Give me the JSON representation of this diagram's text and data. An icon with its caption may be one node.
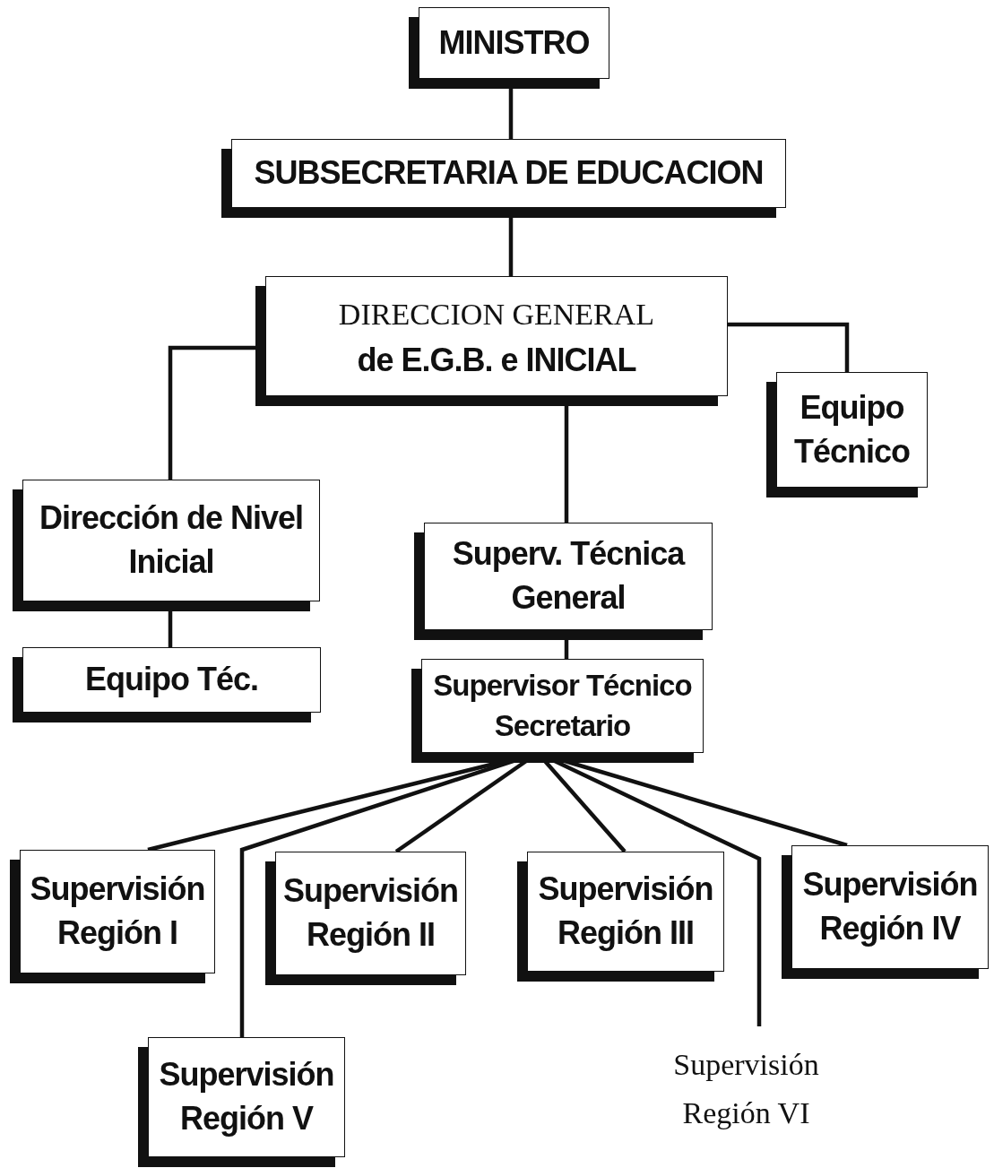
{
  "diagram": {
    "nodes": [
      {
        "text": [
          "MINISTRO"
        ]
      },
      {
        "text": [
          "SUBSECRETARIA DE EDUCACION"
        ]
      },
      {
        "text": [
          "DIRECCION GENERAL",
          "de E.G.B. e INICIAL"
        ]
      },
      {
        "text": [
          "Equipo Técnico"
        ]
      },
      {
        "text": [
          "Dirección de Nivel Inicial"
        ]
      },
      {
        "text": [
          "Equipo Téc."
        ]
      },
      {
        "text": [
          "Superv. Técnica General"
        ]
      },
      {
        "text": [
          "Supervisor Técnico Secretario"
        ]
      },
      {
        "text": [
          "Supervisión Región I"
        ]
      },
      {
        "text": [
          "Supervisión Región II"
        ]
      },
      {
        "text": [
          "Supervisión Región III"
        ]
      },
      {
        "text": [
          "Supervisión Región IV"
        ]
      },
      {
        "text": [
          "Supervisión Región V"
        ]
      },
      {
        "text": [
          "Supervisión Región VI"
        ]
      }
    ],
    "edges": [
      {
        "from": 0,
        "to": 1,
        "arrow": "none"
      },
      {
        "from": 1,
        "to": 2,
        "arrow": "none"
      },
      {
        "from": 2,
        "to": 3,
        "arrow": "none"
      },
      {
        "from": 2,
        "to": 4,
        "arrow": "none"
      },
      {
        "from": 4,
        "to": 5,
        "arrow": "none"
      },
      {
        "from": 2,
        "to": 6,
        "arrow": "none"
      },
      {
        "from": 6,
        "to": 7,
        "arrow": "none"
      },
      {
        "from": 7,
        "to": 8,
        "arrow": "none"
      },
      {
        "from": 7,
        "to": 12,
        "arrow": "none"
      },
      {
        "from": 7,
        "to": 9,
        "arrow": "none"
      },
      {
        "from": 7,
        "to": 10,
        "arrow": "none"
      },
      {
        "from": 7,
        "to": 13,
        "arrow": "none"
      },
      {
        "from": 7,
        "to": 11,
        "arrow": "none"
      }
    ]
  }
}
